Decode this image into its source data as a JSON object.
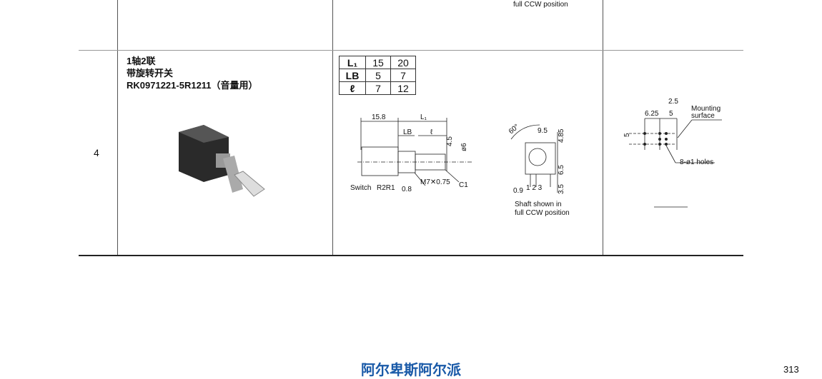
{
  "prev_row": {
    "note": "full CCW position"
  },
  "row": {
    "number": "4",
    "title_line1": "1轴2联",
    "title_line2": "带旋转开关",
    "title_line3": "RK0971221-5R1211（音量用）",
    "dim_table": [
      [
        "L₁",
        "15",
        "20"
      ],
      [
        "LB",
        "5",
        "7"
      ],
      [
        "ℓ",
        "7",
        "12"
      ]
    ],
    "side_view": {
      "d1": "15.8",
      "d2": "L₁",
      "d3": "LB",
      "d4": "ℓ",
      "d5": "4.5",
      "d6": "ø6",
      "thread": "M7✕0.75",
      "chamfer": "C1",
      "switch": "Switch",
      "r2r1": "R2R1",
      "d7": "0.8"
    },
    "front_view": {
      "angle": "60°",
      "d1": "9.5",
      "d2": "4.85",
      "d3": "6.5",
      "d4": "3.5",
      "d5": "0.9",
      "pins": "1 2 3",
      "note1": "Shaft shown in",
      "note2": "full CCW position"
    },
    "pcb": {
      "d1": "2.5",
      "d2": "6.25",
      "d3": "5",
      "d4": "5",
      "mount1": "Mounting",
      "mount2": "surface",
      "holes": "8-ø1 holes"
    }
  },
  "footer": {
    "brand": "阿尔卑斯阿尔派",
    "page": "313",
    "brand_color": "#1a5aa8"
  }
}
